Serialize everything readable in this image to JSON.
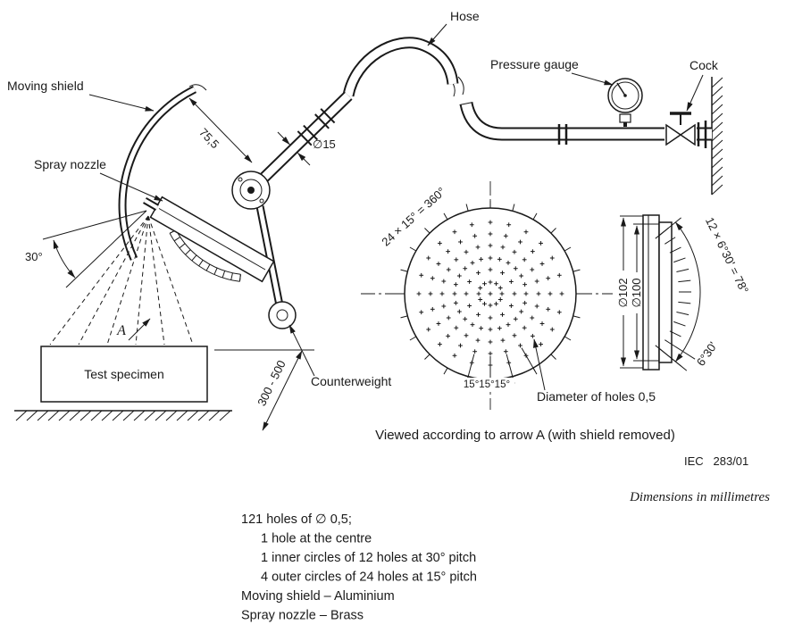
{
  "diagram": {
    "labels": {
      "hose": "Hose",
      "pressure_gauge": "Pressure gauge",
      "cock": "Cock",
      "moving_shield": "Moving shield",
      "spray_nozzle": "Spray nozzle",
      "dim_75_5": "75,5",
      "dim_d15": "∅15",
      "dim_30deg": "30°",
      "arrow_a": "A",
      "test_specimen": "Test specimen",
      "counterweight": "Counterweight",
      "dim_300_500": "300 - 500",
      "dim_24x15": "24 × 15° = 360°",
      "dim_15x3": "15°15°15°",
      "holes_diameter": "Diameter of holes 0,5",
      "dim_d102": "∅102",
      "dim_d100": "∅100",
      "dim_12x630": "12 × 6°30' = 78°",
      "dim_630": "6°30'",
      "view_caption": "Viewed according to arrow A (with shield removed)",
      "figure_code": "IEC   283/01",
      "dimensions_note": "Dimensions in millimetres"
    },
    "notes": [
      "121 holes of ∅ 0,5;",
      "1 hole at the centre",
      "1 inner circles of 12 holes at 30° pitch",
      "4 outer circles of 24 holes at 15° pitch",
      "Moving shield – Aluminium",
      "Spray nozzle – Brass"
    ],
    "spray_head_face": {
      "center_hole": 1,
      "rings": [
        {
          "radius": 13,
          "count": 12
        },
        {
          "radius": 27,
          "count": 12
        },
        {
          "radius": 40,
          "count": 24
        },
        {
          "radius": 54,
          "count": 24
        },
        {
          "radius": 67,
          "count": 24
        },
        {
          "radius": 80,
          "count": 24
        }
      ]
    },
    "colors": {
      "line": "#1a1a1a",
      "background": "#ffffff"
    }
  }
}
